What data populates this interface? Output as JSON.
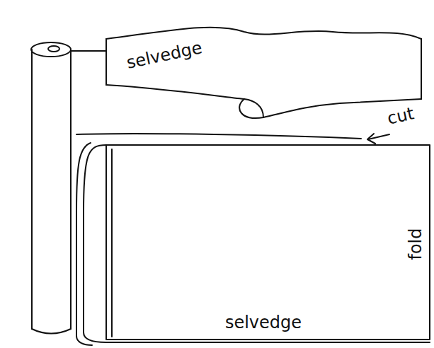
{
  "diagram": {
    "labels": [
      "selvedge",
      "cut",
      "fold",
      "selvedge"
    ]
  }
}
